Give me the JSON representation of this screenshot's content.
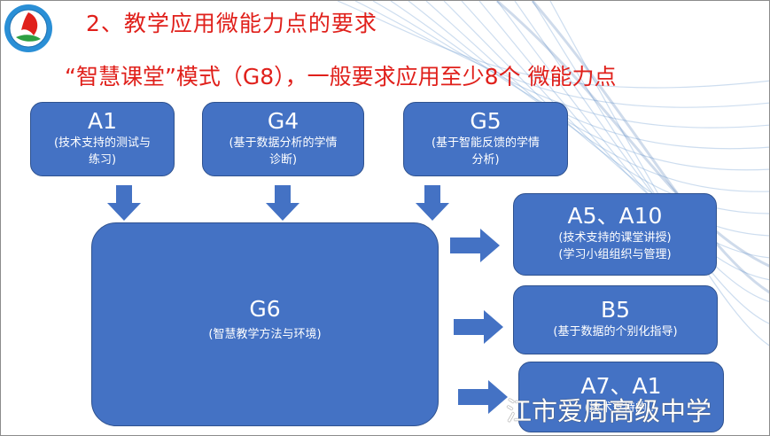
{
  "slide": {
    "title": "2、教学应用微能力点的要求",
    "subtitle": "“智慧课堂”模式（G8），一般要求应用至少8个 微能力点",
    "footer_text": "江市爱周高级中学"
  },
  "boxes": {
    "a1": {
      "code": "A1",
      "desc_line1": "(技术支持的测试与",
      "desc_line2": "练习)"
    },
    "g4": {
      "code": "G4",
      "desc_line1": "(基于数据分析的学情",
      "desc_line2": "诊断)"
    },
    "g5": {
      "code": "G5",
      "desc_line1": "(基于智能反馈的学情",
      "desc_line2": "分析)"
    },
    "g6": {
      "code": "G6",
      "desc_line1": "(智慧教学方法与环境)"
    },
    "a5a10": {
      "code": "A5、A10",
      "desc_line1": "(技术支持的课堂讲授)",
      "desc_line2": "(学习小组组织与管理)"
    },
    "b5": {
      "code": "B5",
      "desc_line1": "(基于数据的个别化指导)"
    },
    "a7a1": {
      "code": "A7、A1",
      "desc_line1": "(技术支持的..."
    }
  },
  "colors": {
    "title_red": "#e0201b",
    "box_blue": "#4472c4",
    "box_border": "#2f528f",
    "arrow_blue": "#4472c4"
  },
  "icons": {
    "logo": "school-logo-icon",
    "arrow": "arrow-down-icon / arrow-right-icon"
  }
}
